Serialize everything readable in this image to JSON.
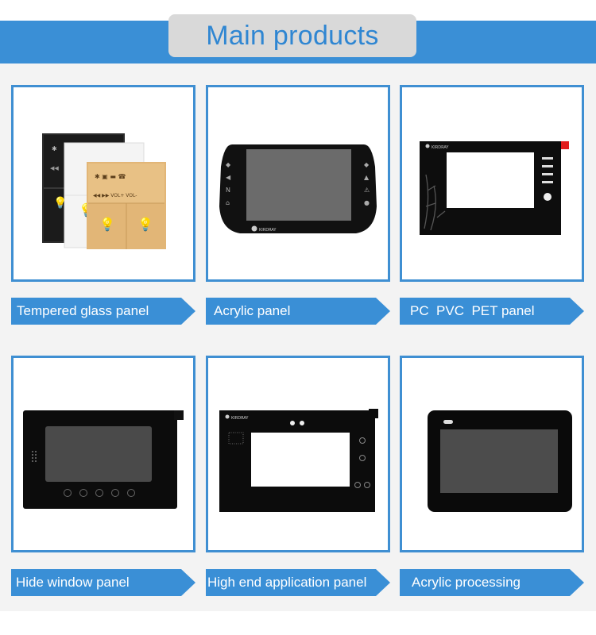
{
  "header": {
    "title": "Main products"
  },
  "products": [
    {
      "label": "Tempered glass panel"
    },
    {
      "label": "Acrylic panel",
      "brand": "KIRDRAY"
    },
    {
      "label": "PC  PVC  PET panel",
      "brand": "KIRDRAY"
    },
    {
      "label": "Hide window panel"
    },
    {
      "label": "High end application panel",
      "brand": "KIRDRAY"
    },
    {
      "label": "Acrylic processing"
    }
  ],
  "colors": {
    "accent": "#3a8fd6",
    "border": "#3f8fd2",
    "gold": "#e0b272"
  }
}
